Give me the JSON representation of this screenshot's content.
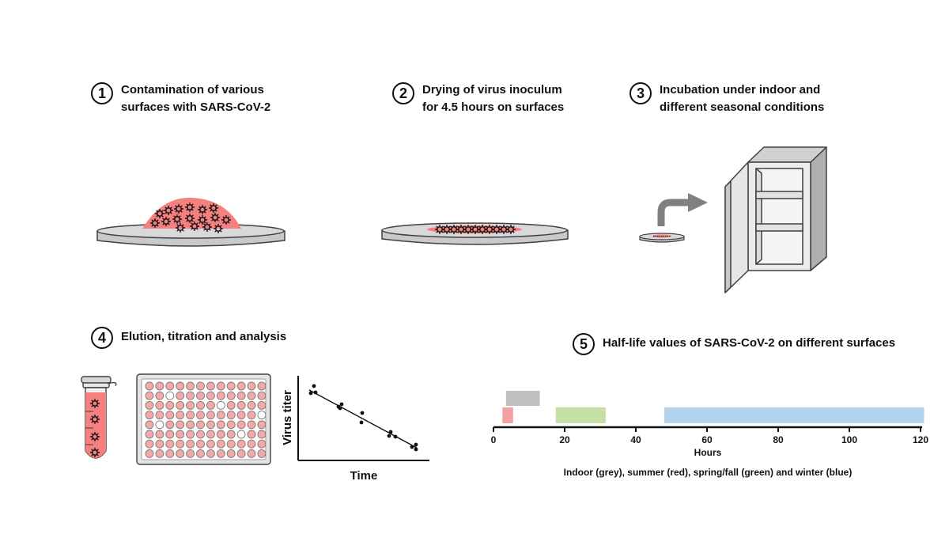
{
  "steps": [
    {
      "number": "1",
      "title": "Contamination of various\nsurfaces with SARS-CoV-2"
    },
    {
      "number": "2",
      "title": "Drying of virus inoculum\nfor 4.5 hours on surfaces"
    },
    {
      "number": "3",
      "title": "Incubation under indoor and\ndifferent seasonal conditions"
    },
    {
      "number": "4",
      "title": "Elution, titration and analysis"
    },
    {
      "number": "5",
      "title": "Half-life values of SARS-CoV-2 on different surfaces"
    }
  ],
  "titer_plot": {
    "ylabel": "Virus titer",
    "xlabel": "Time"
  },
  "chart_data": {
    "type": "bar",
    "orientation": "horizontal-range",
    "xlabel": "Hours",
    "caption": "Indoor (grey), summer (red), spring/fall (green) and winter (blue)",
    "xlim": [
      0,
      120
    ],
    "ticks": [
      0,
      20,
      40,
      60,
      80,
      100,
      120
    ],
    "series": [
      {
        "condition": "indoor",
        "start": 3.5,
        "end": 13,
        "level": 2,
        "color": "#bfbfbf"
      },
      {
        "condition": "summer",
        "start": 2.5,
        "end": 5.5,
        "level": 1,
        "color": "#f4a0a0"
      },
      {
        "condition": "spring/fall",
        "start": 17.5,
        "end": 31.5,
        "level": 1,
        "color": "#c5e0a5"
      },
      {
        "condition": "winter",
        "start": 48,
        "end": 121,
        "level": 1,
        "color": "#b4d4ee"
      }
    ]
  },
  "colors": {
    "inoculum": "#f48080",
    "dish": "#d9d9d9",
    "outline": "#404040",
    "arrow": "#808080"
  }
}
